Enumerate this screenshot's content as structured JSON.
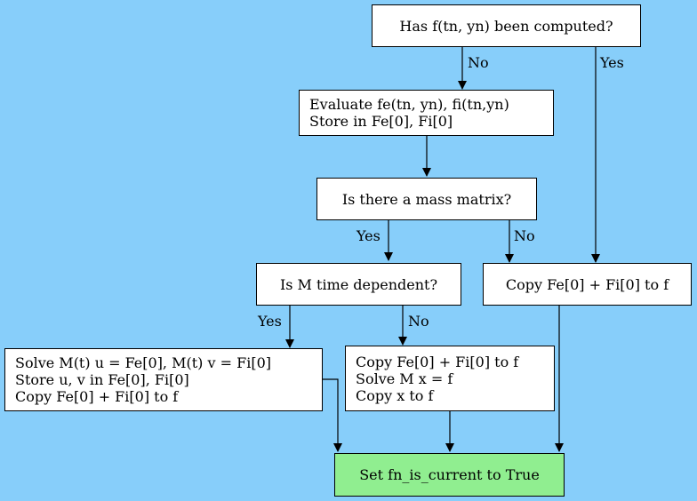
{
  "nodes": {
    "computed_q": {
      "lines": [
        "Has f(tn, yn) been computed?"
      ]
    },
    "evaluate": {
      "lines": [
        "Evaluate fe(tn, yn), fi(tn,yn)",
        "Store in Fe[0], Fi[0]"
      ]
    },
    "mass_q": {
      "lines": [
        "Is there a mass matrix?"
      ]
    },
    "time_q": {
      "lines": [
        "Is M time dependent?"
      ]
    },
    "copy_sum": {
      "lines": [
        "Copy Fe[0] + Fi[0] to f"
      ]
    },
    "solve_mt": {
      "lines": [
        "Solve M(t) u = Fe[0], M(t) v = Fi[0]",
        "Store u, v in Fe[0], Fi[0]",
        "Copy Fe[0] + Fi[0] to f"
      ]
    },
    "solve_m": {
      "lines": [
        "Copy Fe[0] + Fi[0] to f",
        "Solve M x = f",
        "Copy x to f"
      ]
    },
    "set_current": {
      "lines": [
        "Set fn_is_current to True"
      ]
    }
  },
  "edge_labels": {
    "computed_no": "No",
    "computed_yes": "Yes",
    "mass_yes": "Yes",
    "mass_no": "No",
    "time_yes": "Yes",
    "time_no": "No"
  },
  "colors": {
    "background": "#87cefa",
    "node_fill": "#ffffff",
    "final_fill": "#90ee90",
    "stroke": "#000000"
  }
}
